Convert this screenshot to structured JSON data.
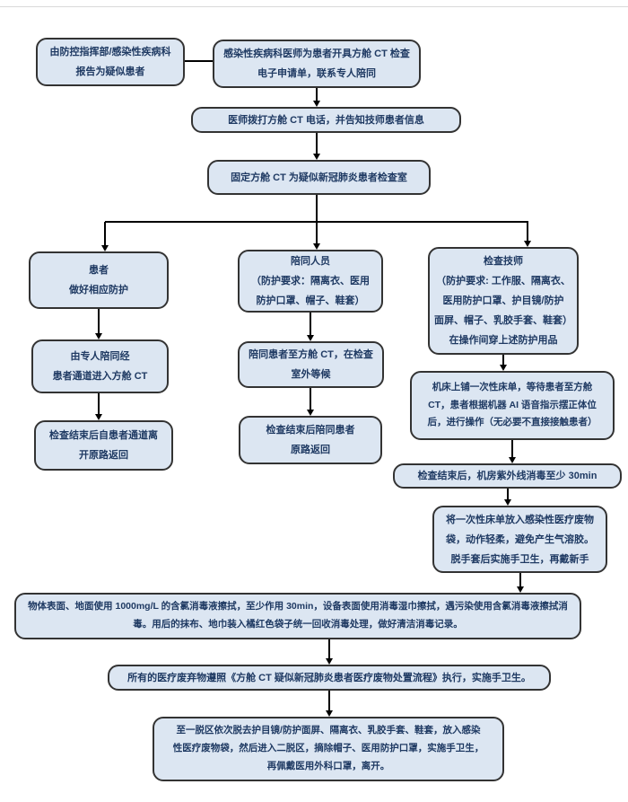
{
  "flowchart": {
    "colors": {
      "node_fill": "#dce6f2",
      "node_border": "#333333",
      "node_text": "#1f3a63",
      "connector": "#000000"
    },
    "nodes": {
      "report_source": "由防控指挥部/感染性疾病科\n报告为疑似患者",
      "order_ct": "感染性疾病科医师为患者开具方舱 CT 检查\n电子申请单，联系专人陪同",
      "phone_call": "医师拨打方舱 CT 电话，并告知技师患者信息",
      "fixed_room": "固定方舱 CT 为疑似新冠肺炎患者检查室",
      "patient_role": "患者\n做好相应防护",
      "patient_enter": "由专人陪同经\n患者通道进入方舱 CT",
      "patient_return": "检查结束后自患者通道离\n开原路返回",
      "escort_role": "陪同人员\n（防护要求：隔离衣、医用\n防护口罩、帽子、鞋套）",
      "escort_wait": "陪同患者至方舱 CT，在检查\n室外等候",
      "escort_return": "检查结束后陪同患者\n原路返回",
      "technician_role": "检查技师\n（防护要求: 工作服、隔离衣、\n医用防护口罩、护目镜/防护\n面屏、帽子、乳胶手套、鞋套）\n在操作间穿上述防护用品",
      "technician_operate": "机床上铺一次性床单，等待患者至方舱\nCT，患者根据机器 AI 语音指示摆正体位\n后，进行操作（无必要不直接接触患者）",
      "uv_disinfect": "检查结束后，机房紫外线消毒至少 30min",
      "sheet_disposal": "将一次性床单放入感染性医疗废物\n袋，动作轻柔，避免产生气溶胶。\n脱手套后实施手卫生，再戴新手",
      "surface_disinfect": "物体表面、地面使用 1000mg/L 的含氯消毒液擦拭，至少作用 30min，设备表面使用消毒湿巾擦拭，遇污染使用含氯消毒液擦拭消毒。用后的抹布、地巾装入橘红色袋子统一回收消毒处理，做好清洁消毒记录。",
      "medical_waste": "所有的医疗废弃物遵照《方舱 CT 疑似新冠肺炎患者医疗废物处置流程》执行，实施手卫生。",
      "doffing": "至一脱区依次脱去护目镜/防护面屏、隔离衣、乳胶手套、鞋套，放入感染\n性医疗废物袋，然后进入二脱区，摘除帽子、医用防护口罩，实施手卫生，\n再佩戴医用外科口罩，离开。"
    }
  }
}
